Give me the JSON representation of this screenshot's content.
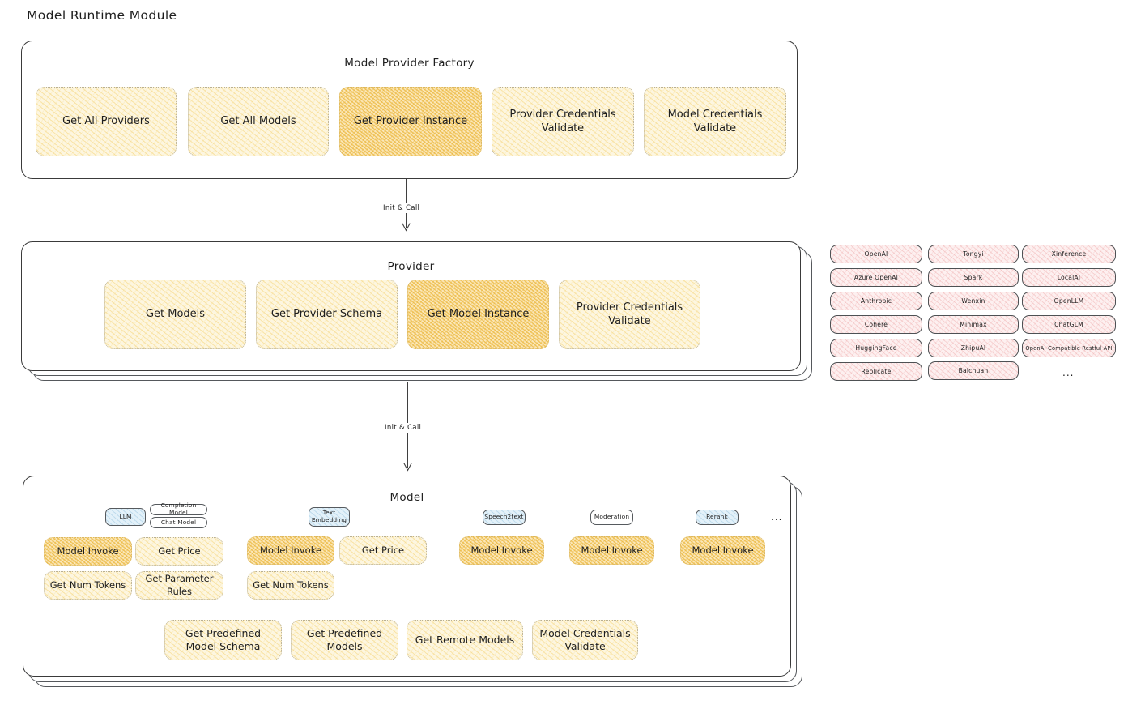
{
  "diagram": {
    "title": "Model Runtime Module",
    "type": "architecture-diagram"
  },
  "factory": {
    "title": "Model Provider Factory",
    "cards": [
      {
        "label": "Get All Providers",
        "highlighted": false
      },
      {
        "label": "Get All Models",
        "highlighted": false
      },
      {
        "label": "Get Provider Instance",
        "highlighted": true
      },
      {
        "label": "Provider Credentials Validate",
        "highlighted": false
      },
      {
        "label": "Model Credentials Validate",
        "highlighted": false
      }
    ]
  },
  "arrows": [
    {
      "label": "Init & Call",
      "from": "Model Provider Factory",
      "to": "Provider"
    },
    {
      "label": "Init & Call",
      "from": "Provider",
      "to": "Model"
    }
  ],
  "provider": {
    "title": "Provider",
    "cards": [
      {
        "label": "Get Models",
        "highlighted": false
      },
      {
        "label": "Get Provider Schema",
        "highlighted": false
      },
      {
        "label": "Get Model Instance",
        "highlighted": true
      },
      {
        "label": "Provider Credentials Validate",
        "highlighted": false
      }
    ]
  },
  "provider_list": {
    "columns": [
      [
        "OpenAI",
        "Azure OpenAI",
        "Anthropic",
        "Cohere",
        "HuggingFace",
        "Replicate"
      ],
      [
        "Tongyi",
        "Spark",
        "Wenxin",
        "Minimax",
        "ZhipuAI",
        "Baichuan"
      ],
      [
        "Xinference",
        "LocalAI",
        "OpenLLM",
        "ChatGLM",
        "OpenAI-Compatible Restful API"
      ]
    ],
    "more": "..."
  },
  "model": {
    "title": "Model",
    "more": "...",
    "types": [
      {
        "name": "LLM",
        "style": "blue",
        "subtypes": [
          {
            "name": "Completion Model",
            "style": "white"
          },
          {
            "name": "Chat Model",
            "style": "white"
          }
        ],
        "methods": [
          {
            "label": "Model Invoke",
            "highlighted": true
          },
          {
            "label": "Get Price",
            "highlighted": false
          },
          {
            "label": "Get Num Tokens",
            "highlighted": false
          },
          {
            "label": "Get Parameter Rules",
            "highlighted": false
          }
        ]
      },
      {
        "name": "Text Embedding",
        "style": "blue",
        "subtypes": [],
        "methods": [
          {
            "label": "Model Invoke",
            "highlighted": true
          },
          {
            "label": "Get Price",
            "highlighted": false
          },
          {
            "label": "Get Num Tokens",
            "highlighted": false
          }
        ]
      },
      {
        "name": "Speech2text",
        "style": "blue",
        "subtypes": [],
        "methods": [
          {
            "label": "Model Invoke",
            "highlighted": true
          }
        ]
      },
      {
        "name": "Moderation",
        "style": "white",
        "subtypes": [],
        "methods": [
          {
            "label": "Model Invoke",
            "highlighted": true
          }
        ]
      },
      {
        "name": "Rerank",
        "style": "blue",
        "subtypes": [],
        "methods": [
          {
            "label": "Model Invoke",
            "highlighted": true
          }
        ]
      }
    ],
    "common_methods": [
      {
        "label": "Get Predefined Model Schema"
      },
      {
        "label": "Get Predefined Models"
      },
      {
        "label": "Get Remote Models"
      },
      {
        "label": "Model Credentials Validate"
      }
    ]
  },
  "colors": {
    "card_fill": "#fdf6e0",
    "card_highlight_fill": "#fbe7b8",
    "pill_fill": "#fdf0f0",
    "badge_blue_fill": "#e3f1f9",
    "stroke": "#1e1e1e",
    "background": "#ffffff"
  }
}
